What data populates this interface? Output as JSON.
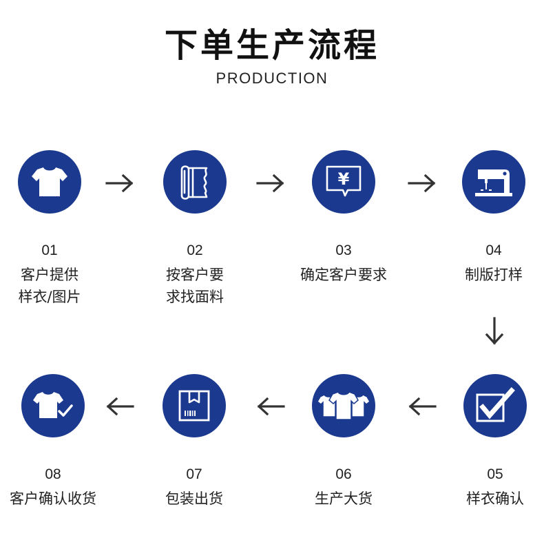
{
  "header": {
    "title": "下单生产流程",
    "subtitle": "PRODUCTION"
  },
  "steps": [
    {
      "num": "01",
      "line1": "客户提供",
      "line2": "样衣/图片",
      "icon": "tshirt-icon"
    },
    {
      "num": "02",
      "line1": "按客户要",
      "line2": "求找面料",
      "icon": "fabric-roll-icon"
    },
    {
      "num": "03",
      "line1": "确定客户要求",
      "line2": "",
      "icon": "yen-price-icon",
      "symbol": "¥"
    },
    {
      "num": "04",
      "line1": "制版打样",
      "line2": "",
      "icon": "sewing-machine-icon"
    },
    {
      "num": "05",
      "line1": "样衣确认",
      "line2": "",
      "icon": "checkbox-icon"
    },
    {
      "num": "06",
      "line1": "生产大货",
      "line2": "",
      "icon": "multiple-shirts-icon"
    },
    {
      "num": "07",
      "line1": "包装出货",
      "line2": "",
      "icon": "package-box-icon"
    },
    {
      "num": "08",
      "line1": "客户确认收货",
      "line2": "",
      "icon": "tshirt-check-icon"
    }
  ],
  "colors": {
    "circle": "#1b3a8f",
    "arrow": "#333333",
    "icon": "#ffffff"
  }
}
